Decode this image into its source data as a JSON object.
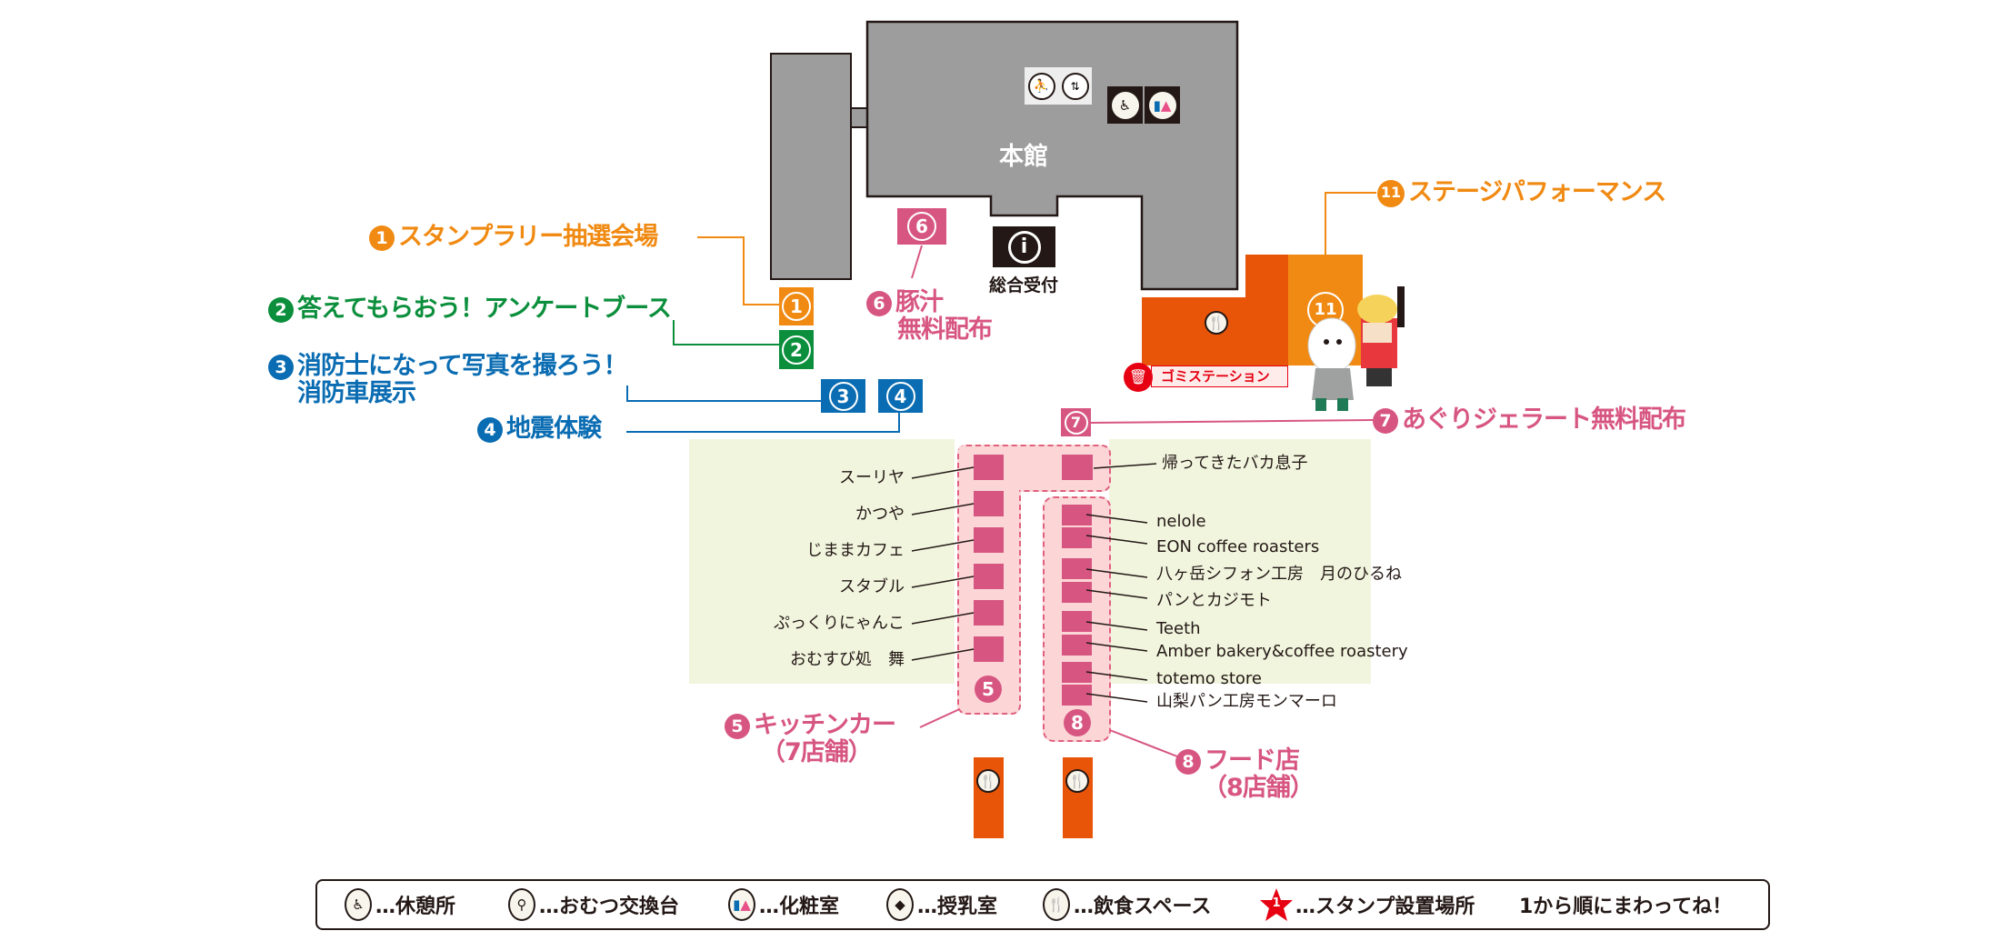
{
  "colors": {
    "orange": "#f08a12",
    "green": "#0b8f3c",
    "blue": "#0a6cb2",
    "pink": "#d75681",
    "dark_orange": "#e85508",
    "building_gray": "#9d9d9e",
    "market_green_bg": "#f1f5de",
    "red": "#e60012"
  },
  "buildings": {
    "main_label": "本館",
    "info_label": "総合受付",
    "info_icon": "i"
  },
  "areas": [
    {
      "num": "1",
      "label": "スタンプラリー抽選会場"
    },
    {
      "num": "2",
      "label": "答えてもらおう！アンケートブース"
    },
    {
      "num": "3",
      "label_line1": "消防士になって写真を撮ろう！",
      "label_line2": "消防車展示"
    },
    {
      "num": "4",
      "label": "地震体験"
    },
    {
      "num": "5",
      "label": "キッチンカー",
      "sub": "（7店舗）"
    },
    {
      "num": "6",
      "label_line1": "豚汁",
      "label_line2": "無料配布"
    },
    {
      "num": "7",
      "label": "あぐりジェラート無料配布"
    },
    {
      "num": "8",
      "label": "フード店",
      "sub": "（8店舗）"
    },
    {
      "num": "11",
      "label": "ステージパフォーマンス"
    }
  ],
  "garbage_station": "ゴミステーション",
  "kitchen_cars": [
    "スーリヤ",
    "かつや",
    "じままカフェ",
    "スタブル",
    "ぷっくりにゃんこ",
    "おむすび処　舞"
  ],
  "food_shops": {
    "top": "帰ってきたバカ息子",
    "list": [
      "nelole",
      "EON coffee roasters",
      "八ヶ岳シフォン工房　月のひるね",
      "パンとカジモト",
      "Teeth",
      "Amber bakery&coffee roastery",
      "totemo store",
      "山梨パン工房モンマーロ"
    ]
  },
  "legend": {
    "items": [
      {
        "icon": "rest-icon",
        "label": "…休憩所"
      },
      {
        "icon": "diaper-icon",
        "label": "…おむつ交換台"
      },
      {
        "icon": "restroom-icon",
        "label": "…化粧室"
      },
      {
        "icon": "nursing-icon",
        "label": "…授乳室"
      },
      {
        "icon": "dining-icon",
        "label": "…飲食スペース"
      },
      {
        "icon": "stamp-star-icon",
        "label": "…スタンプ設置場所",
        "star_num": "1"
      }
    ],
    "note": "1から順にまわってね！"
  }
}
